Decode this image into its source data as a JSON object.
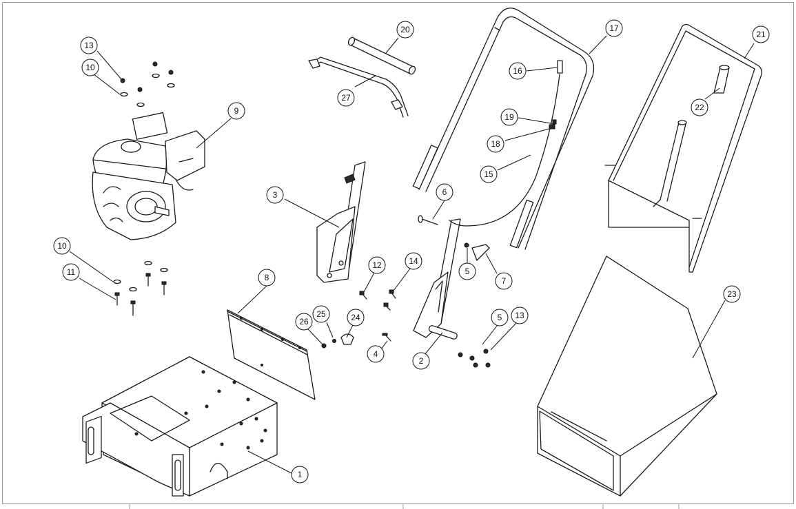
{
  "diagram": {
    "type": "exploded-parts-view",
    "balloons": [
      {
        "id": "b1",
        "label": "1"
      },
      {
        "id": "b2",
        "label": "2"
      },
      {
        "id": "b3",
        "label": "3"
      },
      {
        "id": "b4",
        "label": "4"
      },
      {
        "id": "b5a",
        "label": "5"
      },
      {
        "id": "b5b",
        "label": "5"
      },
      {
        "id": "b6",
        "label": "6"
      },
      {
        "id": "b7",
        "label": "7"
      },
      {
        "id": "b8",
        "label": "8"
      },
      {
        "id": "b9",
        "label": "9"
      },
      {
        "id": "b10a",
        "label": "10"
      },
      {
        "id": "b10b",
        "label": "10"
      },
      {
        "id": "b11",
        "label": "11"
      },
      {
        "id": "b12",
        "label": "12"
      },
      {
        "id": "b13a",
        "label": "13"
      },
      {
        "id": "b13b",
        "label": "13"
      },
      {
        "id": "b14",
        "label": "14"
      },
      {
        "id": "b15",
        "label": "15"
      },
      {
        "id": "b16",
        "label": "16"
      },
      {
        "id": "b17",
        "label": "17"
      },
      {
        "id": "b18",
        "label": "18"
      },
      {
        "id": "b19",
        "label": "19"
      },
      {
        "id": "b20",
        "label": "20"
      },
      {
        "id": "b21",
        "label": "21"
      },
      {
        "id": "b22",
        "label": "22"
      },
      {
        "id": "b23",
        "label": "23"
      },
      {
        "id": "b24",
        "label": "24"
      },
      {
        "id": "b25",
        "label": "25"
      },
      {
        "id": "b26",
        "label": "26"
      },
      {
        "id": "b27",
        "label": "27"
      }
    ]
  }
}
